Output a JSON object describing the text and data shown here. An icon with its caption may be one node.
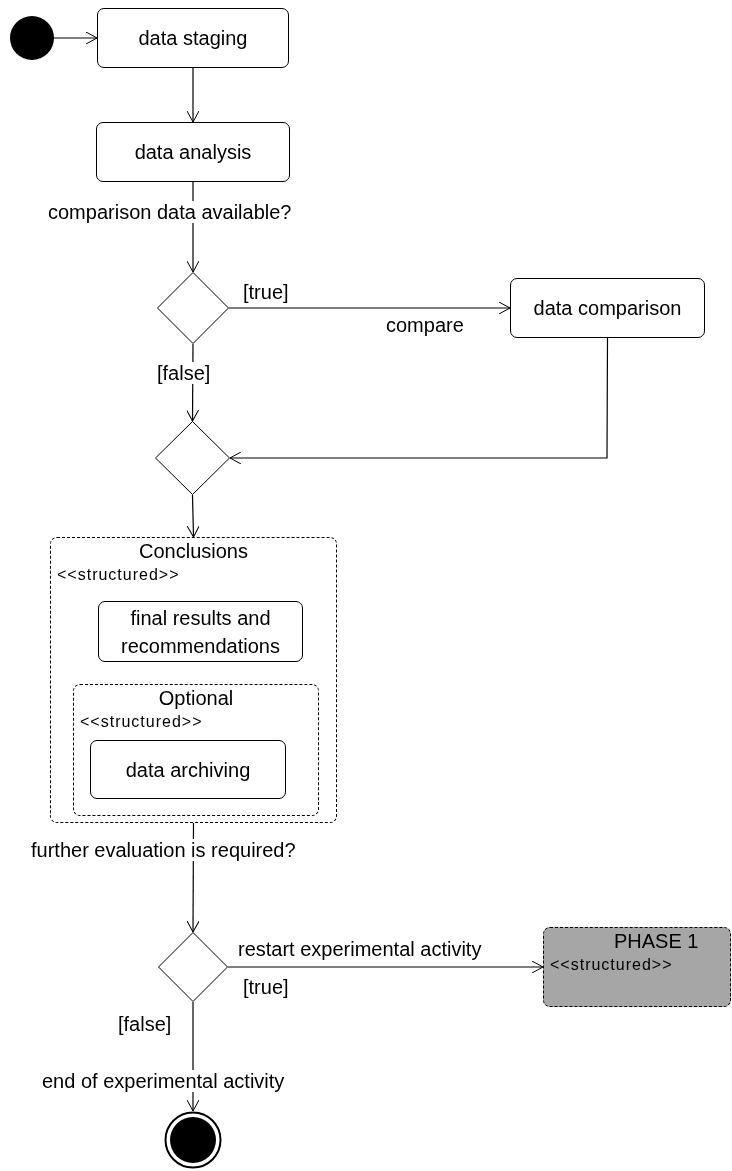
{
  "diagram": {
    "nodes": [
      {
        "text": [],
        "shape": "circle"
      },
      {
        "text": [
          "data staging"
        ]
      },
      {
        "text": [
          "data analysis"
        ]
      },
      {
        "text": [],
        "shape": "diamond"
      },
      {
        "text": [
          "data comparison"
        ]
      },
      {
        "text": [],
        "shape": "diamond"
      },
      {
        "text": [
          "Conclusions",
          "<<structured>>"
        ]
      },
      {
        "text": [
          "final results and recommendations"
        ],
        "in": 6
      },
      {
        "text": [
          "Optional",
          "<<structured>>"
        ],
        "in": 6
      },
      {
        "text": [
          "data archiving"
        ],
        "in": 8
      },
      {
        "text": [],
        "shape": "diamond"
      },
      {
        "text": [
          "PHASE 1",
          "<<structured>>"
        ]
      },
      {
        "text": [],
        "shape": "circle"
      }
    ],
    "edges": [
      {
        "from": 0,
        "to": 1,
        "arrow": "to"
      },
      {
        "from": 1,
        "to": 2,
        "arrow": "to"
      },
      {
        "from": 2,
        "to": 3,
        "arrow": "to",
        "label": "comparison data available?"
      },
      {
        "from": 3,
        "to": 4,
        "arrow": "to",
        "label": "[true]"
      },
      {
        "from": 3,
        "to": 5,
        "arrow": "to",
        "label": "[false]"
      },
      {
        "from": 4,
        "to": 5,
        "arrow": "to"
      },
      {
        "from": 5,
        "to": 6,
        "arrow": "to"
      },
      {
        "from": 6,
        "to": 10,
        "arrow": "to",
        "label": "further evaluation is required?"
      },
      {
        "from": 10,
        "to": 11,
        "arrow": "to",
        "label": "restart experimental activity"
      },
      {
        "from": 10,
        "to": 12,
        "arrow": "to",
        "label": "[false]"
      }
    ],
    "labels": [
      "compare",
      "[true]",
      "end of experimental activity"
    ]
  }
}
